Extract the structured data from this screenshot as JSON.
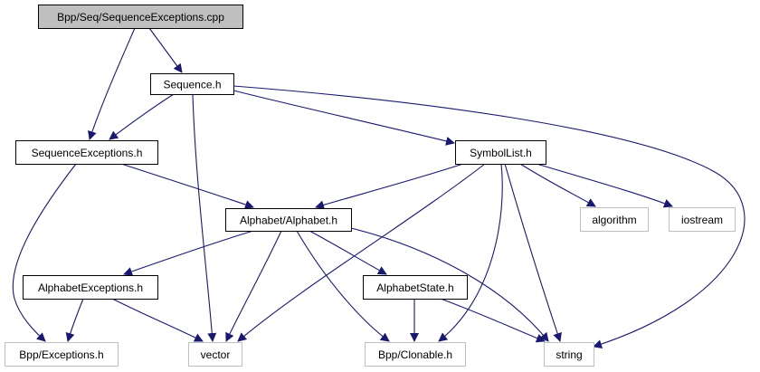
{
  "title": "Bpp/Seq/SequenceExceptions.cpp",
  "colors": {
    "edge": "#191970",
    "root_fill": "#bfbfbf",
    "root_stroke": "#000000",
    "node_fill": "#ffffff",
    "node_stroke": "#000000",
    "external_stroke": "#bfbfbf"
  },
  "nodes": [
    {
      "id": "root",
      "label": "Bpp/Seq/SequenceExceptions.cpp",
      "kind": "root"
    },
    {
      "id": "sequence",
      "label": "Sequence.h",
      "kind": "documented"
    },
    {
      "id": "seqexc",
      "label": "SequenceExceptions.h",
      "kind": "documented"
    },
    {
      "id": "symbollist",
      "label": "SymbolList.h",
      "kind": "documented"
    },
    {
      "id": "alphabet",
      "label": "Alphabet/Alphabet.h",
      "kind": "documented"
    },
    {
      "id": "algorithm",
      "label": "algorithm",
      "kind": "external"
    },
    {
      "id": "iostream",
      "label": "iostream",
      "kind": "external"
    },
    {
      "id": "alphaexc",
      "label": "AlphabetExceptions.h",
      "kind": "documented"
    },
    {
      "id": "alphastate",
      "label": "AlphabetState.h",
      "kind": "documented"
    },
    {
      "id": "bppexc",
      "label": "Bpp/Exceptions.h",
      "kind": "external"
    },
    {
      "id": "vector",
      "label": "vector",
      "kind": "external"
    },
    {
      "id": "clonable",
      "label": "Bpp/Clonable.h",
      "kind": "external"
    },
    {
      "id": "string",
      "label": "string",
      "kind": "external"
    }
  ],
  "edges": [
    {
      "from": "root",
      "to": "sequence"
    },
    {
      "from": "root",
      "to": "seqexc"
    },
    {
      "from": "sequence",
      "to": "seqexc"
    },
    {
      "from": "sequence",
      "to": "vector"
    },
    {
      "from": "sequence",
      "to": "symbollist"
    },
    {
      "from": "sequence",
      "to": "string"
    },
    {
      "from": "seqexc",
      "to": "alphabet"
    },
    {
      "from": "seqexc",
      "to": "bppexc"
    },
    {
      "from": "symbollist",
      "to": "alphabet"
    },
    {
      "from": "symbollist",
      "to": "vector"
    },
    {
      "from": "symbollist",
      "to": "clonable"
    },
    {
      "from": "symbollist",
      "to": "string"
    },
    {
      "from": "symbollist",
      "to": "algorithm"
    },
    {
      "from": "symbollist",
      "to": "iostream"
    },
    {
      "from": "alphabet",
      "to": "alphaexc"
    },
    {
      "from": "alphabet",
      "to": "vector"
    },
    {
      "from": "alphabet",
      "to": "clonable"
    },
    {
      "from": "alphabet",
      "to": "alphastate"
    },
    {
      "from": "alphabet",
      "to": "string"
    },
    {
      "from": "alphaexc",
      "to": "bppexc"
    },
    {
      "from": "alphaexc",
      "to": "vector"
    },
    {
      "from": "alphastate",
      "to": "clonable"
    },
    {
      "from": "alphastate",
      "to": "string"
    }
  ]
}
